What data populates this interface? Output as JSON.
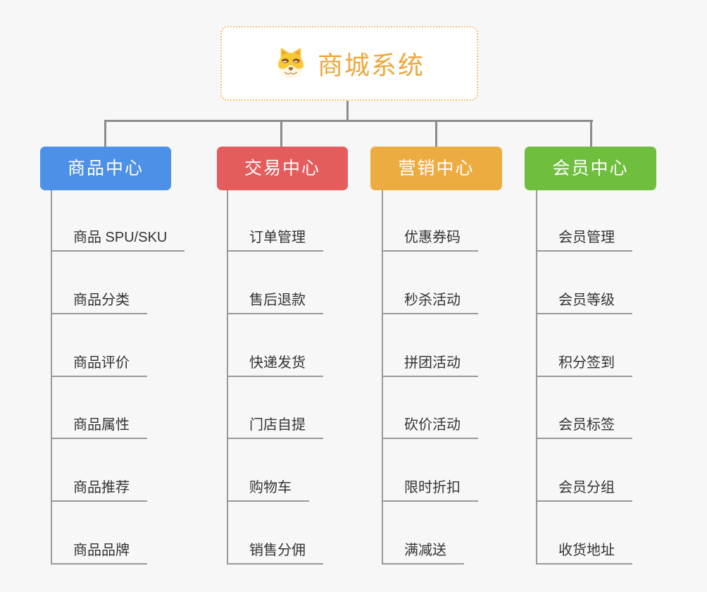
{
  "root": {
    "title": "商城系统",
    "icon": "shiba-dog-face-icon"
  },
  "branches": [
    {
      "label": "商品中心",
      "color": "#4d90e8",
      "items": [
        "商品 SPU/SKU",
        "商品分类",
        "商品评价",
        "商品属性",
        "商品推荐",
        "商品品牌"
      ]
    },
    {
      "label": "交易中心",
      "color": "#e55c5c",
      "items": [
        "订单管理",
        "售后退款",
        "快递发货",
        "门店自提",
        "购物车",
        "销售分佣"
      ]
    },
    {
      "label": "营销中心",
      "color": "#edac41",
      "items": [
        "优惠券码",
        "秒杀活动",
        "拼团活动",
        "砍价活动",
        "限时折扣",
        "满减送"
      ]
    },
    {
      "label": "会员中心",
      "color": "#70be3e",
      "items": [
        "会员管理",
        "会员等级",
        "积分签到",
        "会员标签",
        "会员分组",
        "收货地址"
      ]
    }
  ],
  "colors": {
    "root_text": "#eda73c",
    "root_border": "#f2c474",
    "connector": "#8c8c8c",
    "leaf_line": "#999999",
    "leaf_text": "#333333",
    "canvas_background": "#f7f7f7"
  }
}
